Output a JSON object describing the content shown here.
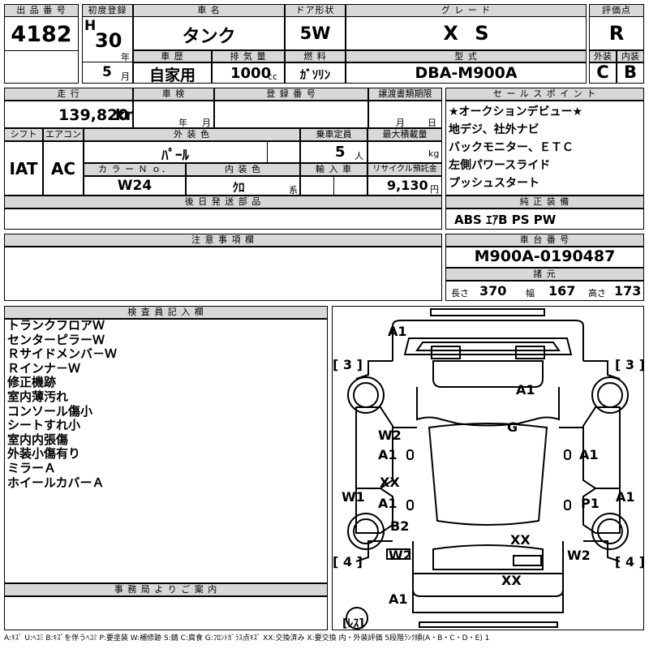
{
  "header": {
    "lot_label": "出 品 番 号",
    "lot": "4182",
    "first_reg_label": "初度登録",
    "era": "H",
    "year": "30",
    "year_unit": "年",
    "month": "5",
    "month_unit": "月",
    "car_name_label": "車 名",
    "car_name": "タンク",
    "door_label": "ドア形状",
    "door": "5W",
    "grade_label": "グ レ ー ド",
    "grade": "X S",
    "score_label": "評価点",
    "score": "R",
    "history_label": "車 歴",
    "history": "自家用",
    "displacement_label": "排 気 量",
    "displacement": "1000",
    "displacement_unit": "cc",
    "fuel_label": "燃 料",
    "fuel": "ｶﾞｿﾘﾝ",
    "model_label": "型 式",
    "model": "DBA-M900A",
    "exterior_label": "外装",
    "exterior": "C",
    "interior_label": "内装",
    "interior": "B"
  },
  "row2": {
    "mileage_label": "走 行",
    "mileage": "139,820",
    "mileage_unit": "km",
    "inspection_label": "車 検",
    "inspection_year_unit": "年",
    "inspection_month_unit": "月",
    "plate_label": "登 録 番 号",
    "transfer_label": "譲渡書類期限",
    "transfer_month_unit": "月",
    "transfer_day_unit": "日",
    "shift_label": "シフト",
    "shift": "IAT",
    "ac_label": "エアコン",
    "ac": "AC",
    "ext_color_label": "外 装 色",
    "ext_color": "ﾊﾟｰﾙ",
    "capacity_label": "乗車定員",
    "capacity": "5",
    "capacity_unit": "人",
    "max_load_label": "最大積載量",
    "max_load_unit": "kg",
    "color_no_label": "カ ラ ー Ｎ ｏ．",
    "color_no": "W24",
    "int_color_label": "内 装 色",
    "int_color": "ｸﾛ",
    "int_color_suffix": "系",
    "import_label": "輸 入 車",
    "recycle_label": "リサイクル預託金",
    "recycle": "9,130",
    "recycle_unit": "円",
    "later_parts_label": "後 日 発 送 部 品"
  },
  "sales_points": {
    "label": "セ ー ル ス ポ イ ン ト",
    "lines": [
      "★オークションデビュー★",
      "地デジ、社外ナビ",
      "バックモニター、ＥＴＣ",
      "左側パワースライド",
      "プッシュスタート"
    ]
  },
  "equipment": {
    "label": "純 正 装 備",
    "value": "ABS ｴｱB PS PW"
  },
  "notes": {
    "label": "注 意 事 項 欄"
  },
  "chassis": {
    "label": "車 台 番 号",
    "value": "M900A-0190487"
  },
  "dims": {
    "label": "諸 元",
    "length_label": "長さ",
    "length": "370",
    "width_label": "幅",
    "width": "167",
    "height_label": "高さ",
    "height": "173"
  },
  "inspector": {
    "label": "検 査 員 記 入 欄",
    "lines": [
      "トランクフロアＷ",
      "センターピラーＷ",
      "Ｒサイドメンバ－Ｗ",
      "Ｒインナ－Ｗ",
      "修正機跡",
      "室内薄汚れ",
      "コンソール傷小",
      "シートすれ小",
      "室内内張傷",
      "外装小傷有り",
      "ミラーＡ",
      "ホイールカバーＡ"
    ]
  },
  "office": {
    "label": "事 務 局 よ り ご 案 内"
  },
  "diagram": {
    "bracket_fl": "[ 3 ]",
    "bracket_fr": "[ 3 ]",
    "bracket_rl": "[ 4 ]",
    "bracket_rr": "[ 4 ]",
    "bracket_spare": "[ﾚｽ]",
    "marks": [
      "A1",
      "A1",
      "G",
      "W2",
      "A1",
      "A1",
      "XX",
      "W1",
      "A1",
      "P1",
      "A1",
      "B2",
      "XX",
      "W2",
      "W2",
      "XX",
      "A1"
    ]
  },
  "legend": "A:ｷｽﾞ U:ﾍｺﾐ B:ｷｽﾞを伴うﾍｺﾐ P:要塗装 W:補修跡 S:錆 C:腐食 G:ﾌﾛﾝﾄｶﾞﾗｽ点ｷｽﾞ XX:交換済み X:要交換 内・外装評価 5段階ﾗﾝｸ順(A・B・C・D・E) 1"
}
